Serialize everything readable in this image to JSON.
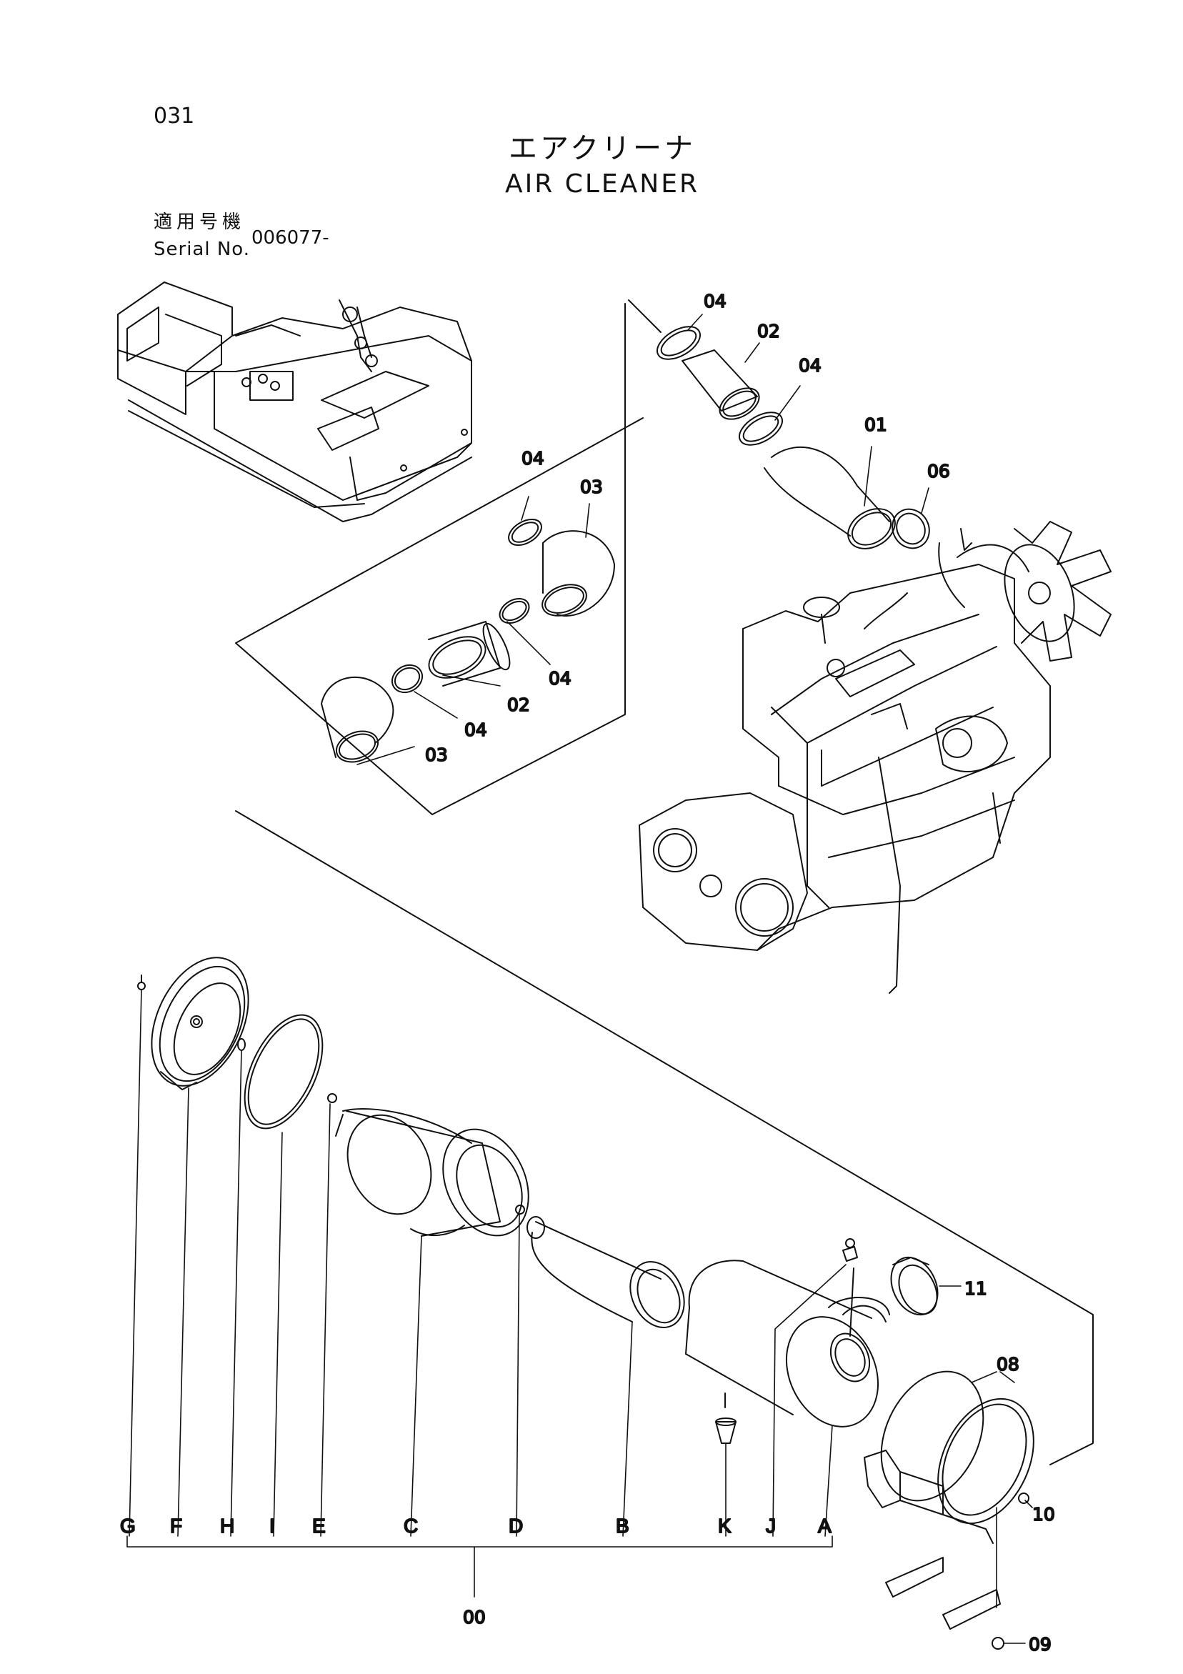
{
  "page_number": "031",
  "title": {
    "japanese": "エアクリーナ",
    "english": "AIR CLEANER"
  },
  "serial": {
    "label_japanese": "適用号機",
    "label_english": "Serial No.",
    "value": "006077-"
  },
  "parts": {
    "p01": "01",
    "p02a": "02",
    "p02b": "02",
    "p03a": "03",
    "p03b": "03",
    "p04a": "04",
    "p04b": "04",
    "p04c": "04",
    "p04d": "04",
    "p04e": "04",
    "p06": "06",
    "p08": "08",
    "p09": "09",
    "p10": "10",
    "p11": "11",
    "p00": "00"
  },
  "assembly_letters": {
    "G": "G",
    "F": "F",
    "H": "H",
    "I": "I",
    "E": "E",
    "C": "C",
    "D": "D",
    "B": "B",
    "K": "K",
    "J": "J",
    "A": "A"
  }
}
